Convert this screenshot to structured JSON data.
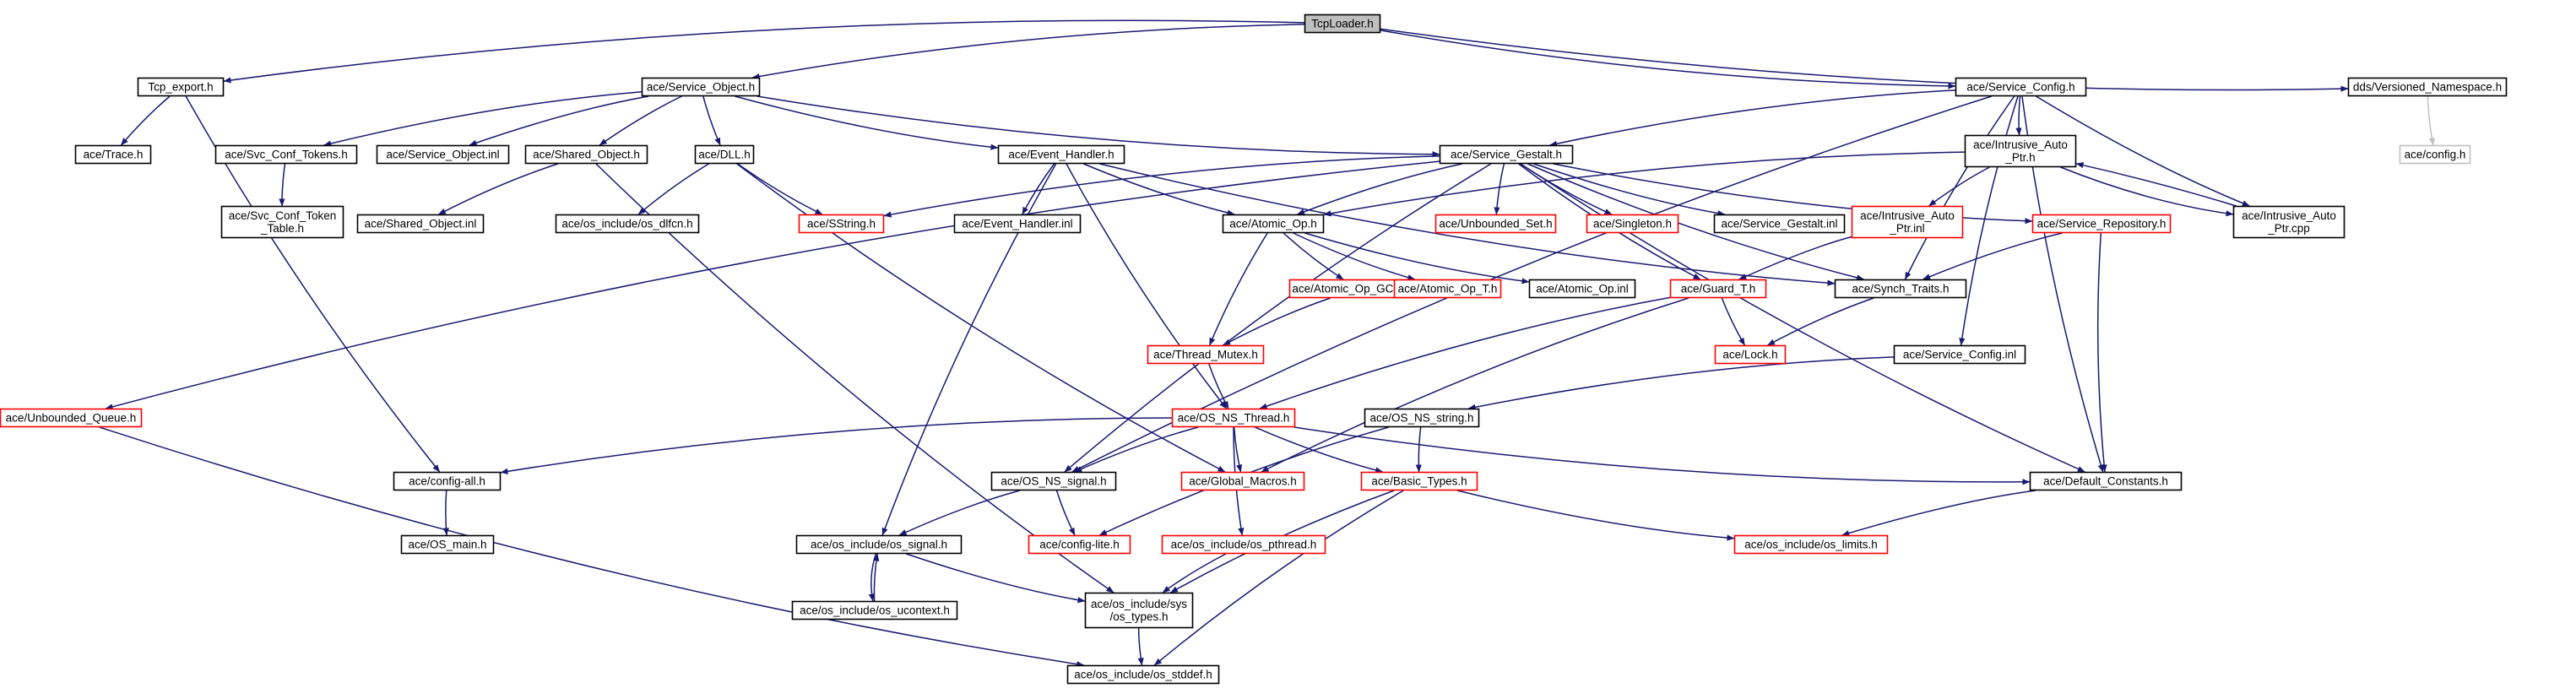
{
  "colors": {
    "edge": "#191970",
    "edge_light": "#c0c0c0",
    "node_root_fill": "#bfbfbf",
    "node_border": "#000000",
    "node_incomplete_border": "#ff0000",
    "node_missing_border": "#bfbfbf"
  },
  "nodes": [
    {
      "id": "tcploader",
      "lines": [
        "TcpLoader.h"
      ],
      "style": "root"
    },
    {
      "id": "tcp_export",
      "lines": [
        "Tcp_export.h"
      ],
      "style": "normal"
    },
    {
      "id": "service_object",
      "lines": [
        "ace/Service_Object.h"
      ],
      "style": "normal"
    },
    {
      "id": "service_config",
      "lines": [
        "ace/Service_Config.h"
      ],
      "style": "normal"
    },
    {
      "id": "versioned_ns",
      "lines": [
        "dds/Versioned_Namespace.h"
      ],
      "style": "normal"
    },
    {
      "id": "trace",
      "lines": [
        "ace/Trace.h"
      ],
      "style": "normal"
    },
    {
      "id": "svc_conf_tokens",
      "lines": [
        "ace/Svc_Conf_Tokens.h"
      ],
      "style": "normal"
    },
    {
      "id": "service_object_inl",
      "lines": [
        "ace/Service_Object.inl"
      ],
      "style": "normal"
    },
    {
      "id": "shared_object",
      "lines": [
        "ace/Shared_Object.h"
      ],
      "style": "normal"
    },
    {
      "id": "dll",
      "lines": [
        "ace/DLL.h"
      ],
      "style": "normal"
    },
    {
      "id": "event_handler",
      "lines": [
        "ace/Event_Handler.h"
      ],
      "style": "normal"
    },
    {
      "id": "service_gestalt",
      "lines": [
        "ace/Service_Gestalt.h"
      ],
      "style": "normal"
    },
    {
      "id": "intrusive_ptr",
      "lines": [
        "ace/Intrusive_Auto",
        "_Ptr.h"
      ],
      "style": "normal"
    },
    {
      "id": "config_h",
      "lines": [
        "ace/config.h"
      ],
      "style": "missing"
    },
    {
      "id": "svc_conf_token_table",
      "lines": [
        "ace/Svc_Conf_Token",
        "_Table.h"
      ],
      "style": "normal"
    },
    {
      "id": "shared_object_inl",
      "lines": [
        "ace/Shared_Object.inl"
      ],
      "style": "normal"
    },
    {
      "id": "os_dlfcn",
      "lines": [
        "ace/os_include/os_dlfcn.h"
      ],
      "style": "normal"
    },
    {
      "id": "sstring",
      "lines": [
        "ace/SString.h"
      ],
      "style": "incomplete"
    },
    {
      "id": "event_handler_inl",
      "lines": [
        "ace/Event_Handler.inl"
      ],
      "style": "normal"
    },
    {
      "id": "atomic_op",
      "lines": [
        "ace/Atomic_Op.h"
      ],
      "style": "normal"
    },
    {
      "id": "unbounded_set",
      "lines": [
        "ace/Unbounded_Set.h"
      ],
      "style": "incomplete"
    },
    {
      "id": "singleton",
      "lines": [
        "ace/Singleton.h"
      ],
      "style": "incomplete"
    },
    {
      "id": "service_gestalt_inl",
      "lines": [
        "ace/Service_Gestalt.inl"
      ],
      "style": "normal"
    },
    {
      "id": "intrusive_ptr_inl",
      "lines": [
        "ace/Intrusive_Auto",
        "_Ptr.inl"
      ],
      "style": "incomplete"
    },
    {
      "id": "service_repository",
      "lines": [
        "ace/Service_Repository.h"
      ],
      "style": "incomplete"
    },
    {
      "id": "intrusive_ptr_cpp",
      "lines": [
        "ace/Intrusive_Auto",
        "_Ptr.cpp"
      ],
      "style": "normal"
    },
    {
      "id": "atomic_op_gcc_t",
      "lines": [
        "ace/Atomic_Op_GCC_T.h"
      ],
      "style": "incomplete"
    },
    {
      "id": "atomic_op_t",
      "lines": [
        "ace/Atomic_Op_T.h"
      ],
      "style": "incomplete"
    },
    {
      "id": "atomic_op_inl",
      "lines": [
        "ace/Atomic_Op.inl"
      ],
      "style": "normal"
    },
    {
      "id": "guard_t",
      "lines": [
        "ace/Guard_T.h"
      ],
      "style": "incomplete"
    },
    {
      "id": "synch_traits",
      "lines": [
        "ace/Synch_Traits.h"
      ],
      "style": "normal"
    },
    {
      "id": "thread_mutex",
      "lines": [
        "ace/Thread_Mutex.h"
      ],
      "style": "incomplete"
    },
    {
      "id": "lock",
      "lines": [
        "ace/Lock.h"
      ],
      "style": "incomplete"
    },
    {
      "id": "service_config_inl",
      "lines": [
        "ace/Service_Config.inl"
      ],
      "style": "normal"
    },
    {
      "id": "unbounded_queue",
      "lines": [
        "ace/Unbounded_Queue.h"
      ],
      "style": "incomplete"
    },
    {
      "id": "os_ns_thread",
      "lines": [
        "ace/OS_NS_Thread.h"
      ],
      "style": "incomplete"
    },
    {
      "id": "os_ns_string",
      "lines": [
        "ace/OS_NS_string.h"
      ],
      "style": "normal"
    },
    {
      "id": "config_all",
      "lines": [
        "ace/config-all.h"
      ],
      "style": "normal"
    },
    {
      "id": "os_ns_signal",
      "lines": [
        "ace/OS_NS_signal.h"
      ],
      "style": "normal"
    },
    {
      "id": "global_macros",
      "lines": [
        "ace/Global_Macros.h"
      ],
      "style": "incomplete"
    },
    {
      "id": "basic_types",
      "lines": [
        "ace/Basic_Types.h"
      ],
      "style": "incomplete"
    },
    {
      "id": "default_constants",
      "lines": [
        "ace/Default_Constants.h"
      ],
      "style": "normal"
    },
    {
      "id": "os_main",
      "lines": [
        "ace/OS_main.h"
      ],
      "style": "normal"
    },
    {
      "id": "os_signal",
      "lines": [
        "ace/os_include/os_signal.h"
      ],
      "style": "normal"
    },
    {
      "id": "config_lite",
      "lines": [
        "ace/config-lite.h"
      ],
      "style": "incomplete"
    },
    {
      "id": "os_pthread",
      "lines": [
        "ace/os_include/os_pthread.h"
      ],
      "style": "incomplete"
    },
    {
      "id": "os_limits",
      "lines": [
        "ace/os_include/os_limits.h"
      ],
      "style": "incomplete"
    },
    {
      "id": "os_ucontext",
      "lines": [
        "ace/os_include/os_ucontext.h"
      ],
      "style": "normal"
    },
    {
      "id": "os_types",
      "lines": [
        "ace/os_include/sys",
        "/os_types.h"
      ],
      "style": "normal"
    },
    {
      "id": "os_stddef",
      "lines": [
        "ace/os_include/os_stddef.h"
      ],
      "style": "normal"
    }
  ],
  "edges": [
    [
      "tcploader",
      "tcp_export"
    ],
    [
      "tcploader",
      "service_object"
    ],
    [
      "tcploader",
      "service_config"
    ],
    [
      "tcploader",
      "versioned_ns"
    ],
    [
      "tcp_export",
      "trace"
    ],
    [
      "tcp_export",
      "config_all"
    ],
    [
      "service_object",
      "svc_conf_tokens"
    ],
    [
      "service_object",
      "service_object_inl"
    ],
    [
      "service_object",
      "shared_object"
    ],
    [
      "service_object",
      "dll"
    ],
    [
      "service_object",
      "event_handler"
    ],
    [
      "service_object",
      "service_gestalt"
    ],
    [
      "service_config",
      "service_gestalt"
    ],
    [
      "service_config",
      "intrusive_ptr"
    ],
    [
      "service_config",
      "os_ns_signal"
    ],
    [
      "service_config",
      "synch_traits"
    ],
    [
      "service_config",
      "service_config_inl"
    ],
    [
      "service_config",
      "default_constants"
    ],
    [
      "service_config",
      "intrusive_ptr_cpp"
    ],
    [
      "versioned_ns",
      "config_h",
      "light"
    ],
    [
      "svc_conf_tokens",
      "svc_conf_token_table"
    ],
    [
      "shared_object",
      "shared_object_inl"
    ],
    [
      "shared_object",
      "os_types"
    ],
    [
      "dll",
      "os_dlfcn"
    ],
    [
      "dll",
      "sstring"
    ],
    [
      "dll",
      "global_macros"
    ],
    [
      "event_handler",
      "event_handler_inl"
    ],
    [
      "event_handler",
      "atomic_op"
    ],
    [
      "event_handler",
      "os_ns_thread"
    ],
    [
      "event_handler",
      "os_signal"
    ],
    [
      "event_handler",
      "synch_traits"
    ],
    [
      "service_gestalt",
      "sstring"
    ],
    [
      "service_gestalt",
      "atomic_op"
    ],
    [
      "service_gestalt",
      "unbounded_set"
    ],
    [
      "service_gestalt",
      "singleton"
    ],
    [
      "service_gestalt",
      "service_gestalt_inl"
    ],
    [
      "service_gestalt",
      "service_repository"
    ],
    [
      "service_gestalt",
      "unbounded_queue"
    ],
    [
      "service_gestalt",
      "os_ns_signal"
    ],
    [
      "service_gestalt",
      "guard_t"
    ],
    [
      "service_gestalt",
      "synch_traits"
    ],
    [
      "service_gestalt",
      "default_constants"
    ],
    [
      "intrusive_ptr",
      "atomic_op"
    ],
    [
      "intrusive_ptr",
      "intrusive_ptr_inl"
    ],
    [
      "intrusive_ptr",
      "intrusive_ptr_cpp"
    ],
    [
      "intrusive_ptr_cpp",
      "intrusive_ptr"
    ],
    [
      "intrusive_ptr_inl",
      "guard_t"
    ],
    [
      "service_repository",
      "synch_traits"
    ],
    [
      "service_repository",
      "default_constants"
    ],
    [
      "atomic_op",
      "atomic_op_gcc_t"
    ],
    [
      "atomic_op",
      "atomic_op_t"
    ],
    [
      "atomic_op",
      "atomic_op_inl"
    ],
    [
      "atomic_op",
      "thread_mutex"
    ],
    [
      "atomic_op_gcc_t",
      "thread_mutex"
    ],
    [
      "guard_t",
      "lock"
    ],
    [
      "guard_t",
      "os_ns_thread"
    ],
    [
      "guard_t",
      "global_macros"
    ],
    [
      "synch_traits",
      "lock"
    ],
    [
      "thread_mutex",
      "os_ns_thread"
    ],
    [
      "service_config_inl",
      "os_ns_string"
    ],
    [
      "os_ns_thread",
      "config_all"
    ],
    [
      "os_ns_thread",
      "os_ns_signal"
    ],
    [
      "os_ns_thread",
      "global_macros"
    ],
    [
      "os_ns_thread",
      "basic_types"
    ],
    [
      "os_ns_thread",
      "os_pthread"
    ],
    [
      "os_ns_thread",
      "default_constants"
    ],
    [
      "os_ns_string",
      "basic_types"
    ],
    [
      "os_ns_string",
      "config_lite"
    ],
    [
      "unbounded_queue",
      "os_stddef"
    ],
    [
      "config_all",
      "os_main"
    ],
    [
      "os_ns_signal",
      "os_signal"
    ],
    [
      "os_ns_signal",
      "config_lite"
    ],
    [
      "basic_types",
      "os_limits"
    ],
    [
      "basic_types",
      "os_types"
    ],
    [
      "basic_types",
      "os_stddef"
    ],
    [
      "default_constants",
      "os_limits"
    ],
    [
      "os_signal",
      "os_ucontext"
    ],
    [
      "os_signal",
      "os_types"
    ],
    [
      "os_ucontext",
      "os_signal"
    ],
    [
      "os_pthread",
      "os_types"
    ],
    [
      "os_types",
      "os_stddef"
    ]
  ]
}
